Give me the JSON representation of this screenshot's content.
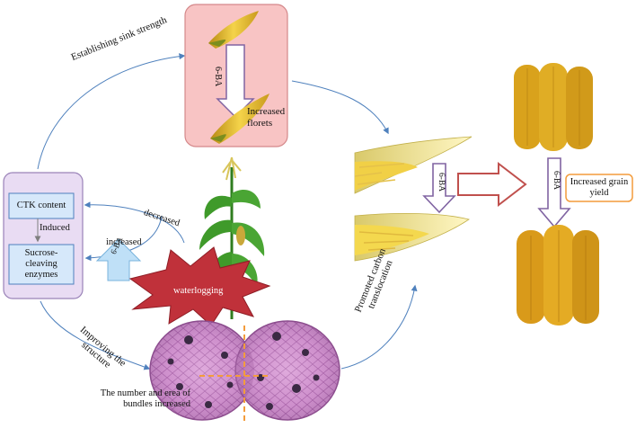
{
  "labels": {
    "establishing": "Establishing sink strength",
    "increased_florets": "Increased florets",
    "ba_top": "6-BA",
    "ctk_content": "CTK content",
    "induced": "Induced",
    "sucrose": "Sucrose-cleaving enzymes",
    "decreased": "decreased",
    "increased": "increased",
    "ba_left": "6-BA",
    "waterlogging": "waterlogging",
    "improving": "Improving the structure",
    "bundles": "The number and erea of bundles increased",
    "promoted": "Promoted carbon translocation",
    "ba_mid": "6-BA",
    "ba_right": "6-BA",
    "increased_yield": "Increased grain yield"
  },
  "colors": {
    "pink_box": "#f8c4c4",
    "purple_box": "#e9dcf3",
    "blue_inner": "#d6e8fa",
    "star_red": "#c0313a",
    "arrow_blue": "#4f81bd",
    "arrow_purple": "#8064a2",
    "arrow_red": "#c0504d",
    "light_blue_arrow": "#bfe0f7",
    "yield_border": "#f39c3c"
  }
}
